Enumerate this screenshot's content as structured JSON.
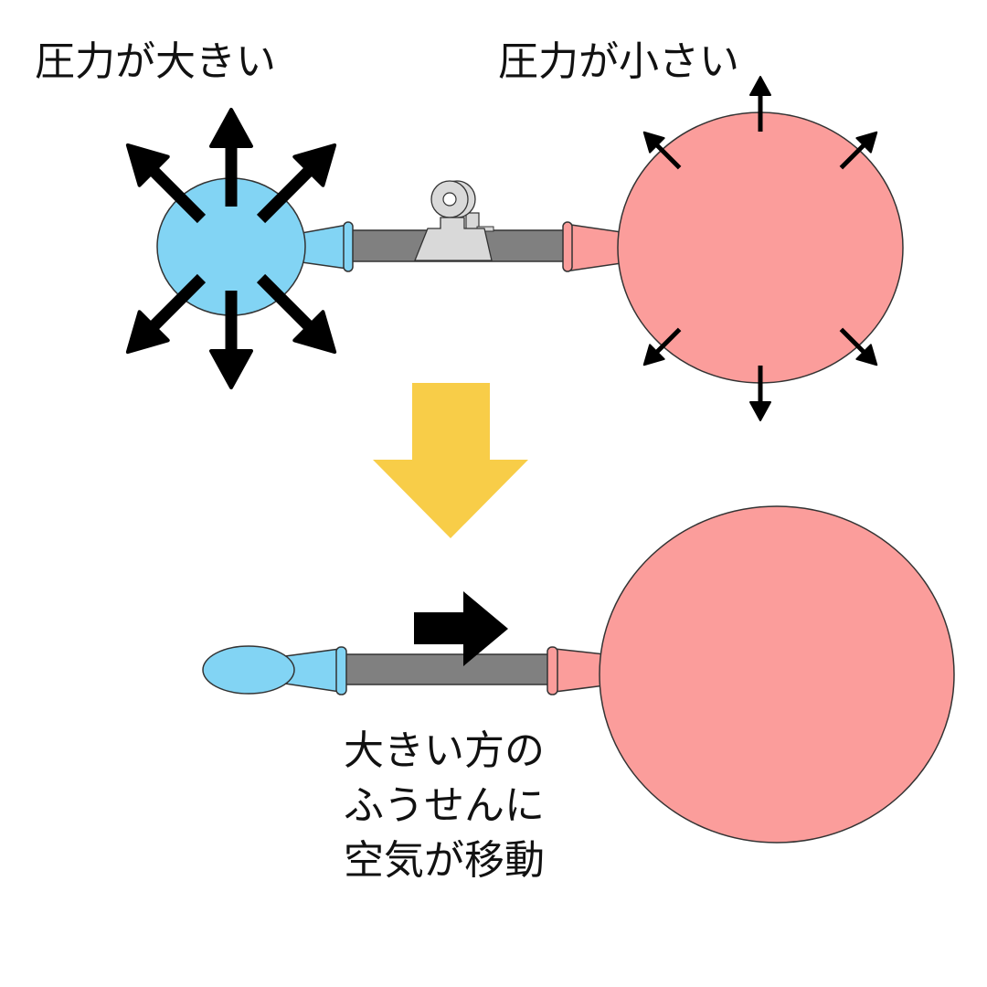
{
  "labels": {
    "high_pressure": "圧力が大きい",
    "low_pressure": "圧力が小さい"
  },
  "caption": {
    "lines": [
      "大きい方の",
      "ふうせんに",
      "空気が移動"
    ]
  },
  "colors": {
    "small_balloon": "#82d4f4",
    "large_balloon": "#fb9d9b",
    "tube": "#808080",
    "clip": "#d9d9d9",
    "outline": "#333333",
    "arrow": "#000000",
    "transition_arrow": "#f8cd48"
  },
  "icons": {
    "pressure_arrows": "arrow-outward",
    "transition": "arrow-down",
    "flow": "arrow-right",
    "clip": "tube-clamp"
  }
}
